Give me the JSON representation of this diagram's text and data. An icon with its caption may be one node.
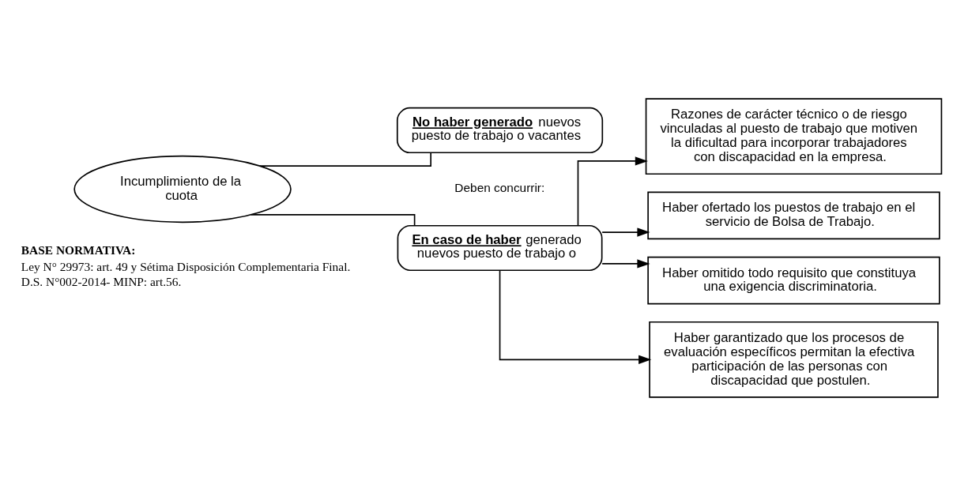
{
  "diagram": {
    "nodes": [
      {
        "text": [
          "Incumplimiento de la cuota"
        ]
      },
      {
        "text": [
          "**No haber generado** nuevos puesto de trabajo o vacantes"
        ]
      },
      {
        "text": [
          "**En caso de haber** generado nuevos puesto de trabajo o"
        ]
      },
      {
        "text": [
          "Razones de carácter técnico o de riesgo vinculadas al puesto de trabajo que motiven la dificultad para incorporar trabajadores con discapacidad en la empresa."
        ]
      },
      {
        "text": [
          "Haber ofertado los puestos de trabajo en el servicio de Bolsa de Trabajo."
        ]
      },
      {
        "text": [
          "Haber omitido todo requisito que constituya una exigencia discriminatoria."
        ]
      },
      {
        "text": [
          "Haber garantizado que los procesos de evaluación específicos permitan la efectiva participación de las personas con discapacidad que postulen."
        ]
      }
    ],
    "edges": [
      {
        "from": 0,
        "to": 1,
        "arrow": "none"
      },
      {
        "from": 0,
        "to": 2,
        "arrow": "none"
      },
      {
        "from": 2,
        "to": 3,
        "arrow": "to"
      },
      {
        "from": 2,
        "to": 4,
        "arrow": "to"
      },
      {
        "from": 2,
        "to": 5,
        "arrow": "to"
      },
      {
        "from": 2,
        "to": 6,
        "arrow": "to"
      }
    ],
    "labels": [
      "Deben concurrir:",
      "BASE NORMATIVA:",
      "Ley N° 29973: art. 49 y Sétima Disposición Complementaria Final.",
      "D.S. N°002-2014- MINP: art.56."
    ]
  }
}
